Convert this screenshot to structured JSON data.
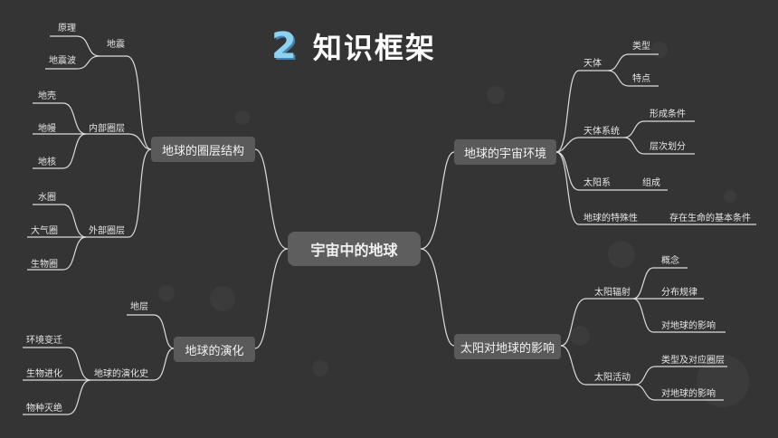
{
  "header": {
    "number": "2",
    "title": "知识框架"
  },
  "center": "宇宙中的地球",
  "branches": {
    "layers": {
      "label": "地球的圈层结构",
      "earthquake": {
        "label": "地震",
        "children": [
          "原理",
          "地震波"
        ]
      },
      "inner": {
        "label": "内部圈层",
        "children": [
          "地壳",
          "地幔",
          "地核"
        ]
      },
      "outer": {
        "label": "外部圈层",
        "children": [
          "水圈",
          "大气圈",
          "生物圈"
        ]
      }
    },
    "evolution": {
      "label": "地球的演化",
      "strata": "地层",
      "history": {
        "label": "地球的演化史",
        "children": [
          "环境变迁",
          "生物进化",
          "物种灭绝"
        ]
      }
    },
    "cosmic": {
      "label": "地球的宇宙环境",
      "celestial": {
        "label": "天体",
        "children": [
          "类型",
          "特点"
        ]
      },
      "system": {
        "label": "天体系统",
        "children": [
          "形成条件",
          "层次划分"
        ]
      },
      "solar": {
        "label": "太阳系",
        "child": "组成"
      },
      "special": {
        "label": "地球的特殊性",
        "child": "存在生命的基本条件"
      }
    },
    "sun": {
      "label": "太阳对地球的影响",
      "radiation": {
        "label": "太阳辐射",
        "children": [
          "概念",
          "分布规律",
          "对地球的影响"
        ]
      },
      "activity": {
        "label": "太阳活动",
        "children": [
          "类型及对应圈层",
          "对地球的影响"
        ]
      }
    }
  }
}
